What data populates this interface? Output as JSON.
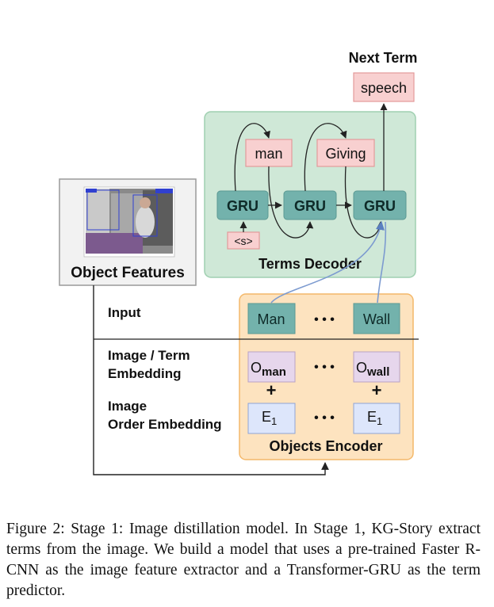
{
  "diagram": {
    "next_term_title": "Next Term",
    "next_term_output": "speech",
    "terms_decoder_label": "Terms Decoder",
    "decoder_terms": [
      "man",
      "Giving"
    ],
    "gru_label": "GRU",
    "start_token": "<s>",
    "object_features_label": "Object Features",
    "objects_encoder_label": "Objects Encoder",
    "row_labels": {
      "input": "Input",
      "image_term_line1": "Image / Term",
      "image_term_line2": "Embedding",
      "image_order_line1": "Image",
      "image_order_line2": "Order Embedding"
    },
    "inputs": [
      "Man",
      "Wall"
    ],
    "term_embeddings": [
      {
        "base": "O",
        "sub": "man"
      },
      {
        "base": "O",
        "sub": "wall"
      }
    ],
    "order_embeddings": [
      {
        "base": "E",
        "sub": "1"
      },
      {
        "base": "E",
        "sub": "1"
      }
    ],
    "ellipsis": "• • •",
    "plus": "+"
  },
  "caption": "Figure 2: Stage 1: Image distillation model. In Stage 1, KG-Story extract terms from the image. We build a model that uses a pre-trained Faster R-CNN as the image feature extractor and a Transformer-GRU as the term predictor.",
  "colors": {
    "decoder_bg": "#cfe8d7",
    "decoder_border": "#9fcfb0",
    "encoder_bg": "#fde3bf",
    "encoder_border": "#f4b86a",
    "gru_fill": "#73b2ac",
    "term_fill": "#f8d0d0",
    "term_border": "#e39a9a",
    "embed_fill": "#e6d6ec",
    "order_fill": "#dde6fb",
    "blue_line": "#7d9bd0"
  }
}
